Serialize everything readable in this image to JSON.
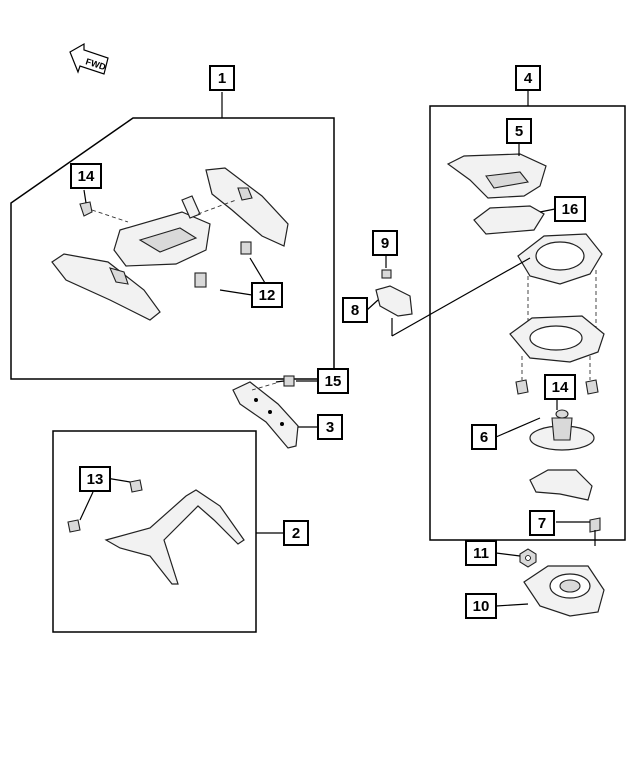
{
  "forward_indicator": {
    "text": "FWD"
  },
  "callouts": [
    {
      "id": "c1",
      "label": "1"
    },
    {
      "id": "c2",
      "label": "2"
    },
    {
      "id": "c3",
      "label": "3"
    },
    {
      "id": "c4",
      "label": "4"
    },
    {
      "id": "c5",
      "label": "5"
    },
    {
      "id": "c6",
      "label": "6"
    },
    {
      "id": "c7",
      "label": "7"
    },
    {
      "id": "c8",
      "label": "8"
    },
    {
      "id": "c9",
      "label": "9"
    },
    {
      "id": "c10",
      "label": "10"
    },
    {
      "id": "c11",
      "label": "11"
    },
    {
      "id": "c12",
      "label": "12"
    },
    {
      "id": "c13",
      "label": "13"
    },
    {
      "id": "c14a",
      "label": "14"
    },
    {
      "id": "c14b",
      "label": "14"
    },
    {
      "id": "c15",
      "label": "15"
    },
    {
      "id": "c16",
      "label": "16"
    }
  ]
}
